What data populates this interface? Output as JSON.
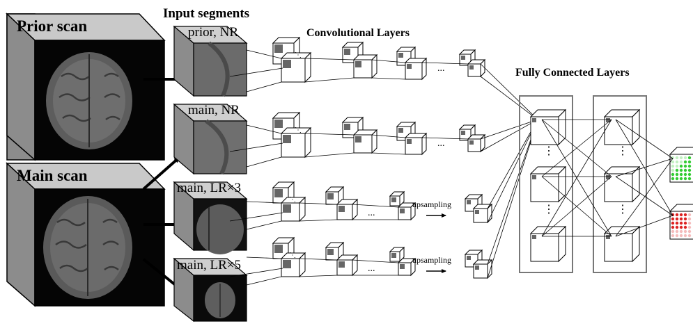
{
  "scans": {
    "prior_label": "Prior scan",
    "main_label": "Main scan"
  },
  "input_segments": {
    "title": "Input segments",
    "prior_nr": "prior, NR",
    "main_nr": "main, NR",
    "main_lr3": "main, LR×3",
    "main_lr5": "main, LR×5"
  },
  "headers": {
    "conv": "Convolutional Layers",
    "fc": "Fully Connected Layers"
  },
  "upsampling_label": "upsampling",
  "ellipsis": "...",
  "colors": {
    "cube_side": "#8c8c8c",
    "cube_top": "#cfcfcf",
    "output_positive": "#33cc33",
    "output_negative": "#dd2222",
    "box_border": "#777777"
  }
}
